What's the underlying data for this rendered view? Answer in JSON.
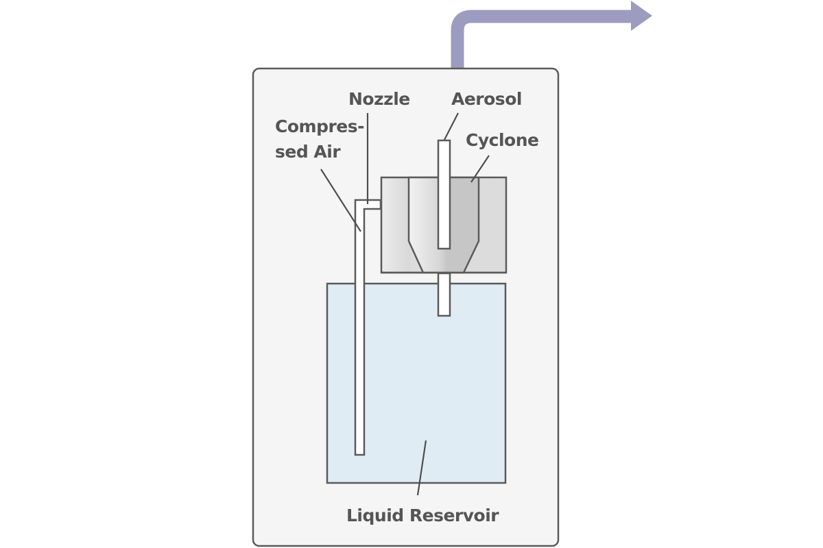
{
  "diagram": {
    "title": "Cyclone nebulizer aerosol generator",
    "labels": {
      "nozzle": "Nozzle",
      "aerosol": "Aerosol",
      "compressed_air_line1": "Compres-",
      "compressed_air_line2": "sed Air",
      "cyclone": "Cyclone",
      "liquid_reservoir": "Liquid Reservoir"
    },
    "components": [
      {
        "id": "enclosure",
        "name": "Housing"
      },
      {
        "id": "cyclone",
        "name": "Cyclone"
      },
      {
        "id": "nozzle",
        "name": "Nozzle"
      },
      {
        "id": "compressed-air-tube",
        "name": "Compressed Air tube"
      },
      {
        "id": "aerosol-tube",
        "name": "Aerosol outlet tube"
      },
      {
        "id": "liquid-reservoir",
        "name": "Liquid Reservoir"
      },
      {
        "id": "outlet-arrow",
        "name": "Aerosol output flow"
      }
    ],
    "colors": {
      "background": "#ffffff",
      "enclosure_fill": "#f5f5f5",
      "outline": "#5a5a5a",
      "cyclone_fill": "#dcdcdc",
      "cyclone_inner_dark": "#c6c6c6",
      "reservoir_fill": "#e0ecf4",
      "tube_fill": "#ffffff",
      "arrow": "#9c9cc0",
      "text": "#555555"
    }
  }
}
